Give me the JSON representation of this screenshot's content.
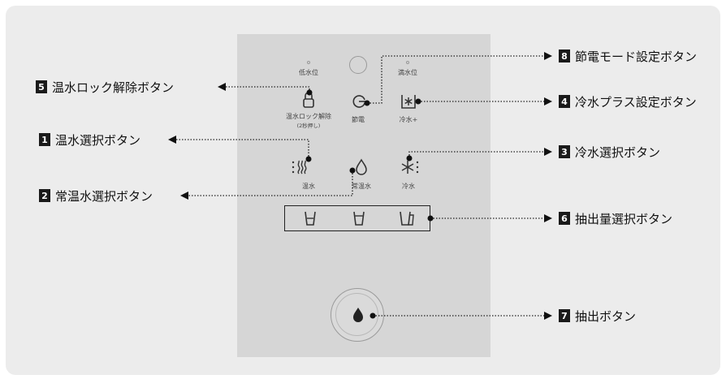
{
  "panel": {
    "low_water": "低水位",
    "full_water": "満水位",
    "hot_lock_release": "温水ロック解除",
    "hot_lock_release_sub": "(2秒押し)",
    "eco": "節電",
    "cold_plus": "冷水+",
    "hot": "温水",
    "room_temp": "常温水",
    "cold": "冷水"
  },
  "callouts": [
    {
      "num": "1",
      "label": "温水選択ボタン"
    },
    {
      "num": "2",
      "label": "常温水選択ボタン"
    },
    {
      "num": "3",
      "label": "冷水選択ボタン"
    },
    {
      "num": "4",
      "label": "冷水プラス設定ボタン"
    },
    {
      "num": "5",
      "label": "温水ロック解除ボタン"
    },
    {
      "num": "6",
      "label": "抽出量選択ボタン"
    },
    {
      "num": "7",
      "label": "抽出ボタン"
    },
    {
      "num": "8",
      "label": "節電モード設定ボタン"
    }
  ],
  "icons": {
    "lock": "padlock-icon",
    "eco": "eco-power-icon",
    "cold_plus": "snowflake-plus-icon",
    "hot": "steam-icon",
    "room_temp": "water-drop-icon",
    "cold": "snowflake-icon",
    "cup_small": "cup-small-icon",
    "cup_medium": "cup-medium-icon",
    "cup_large": "cup-large-icon",
    "dispense": "dispense-drop-icon"
  },
  "colors": {
    "background": "#ececec",
    "panel": "#d6d6d6",
    "badge": "#1a1a1a",
    "line": "#222222"
  }
}
